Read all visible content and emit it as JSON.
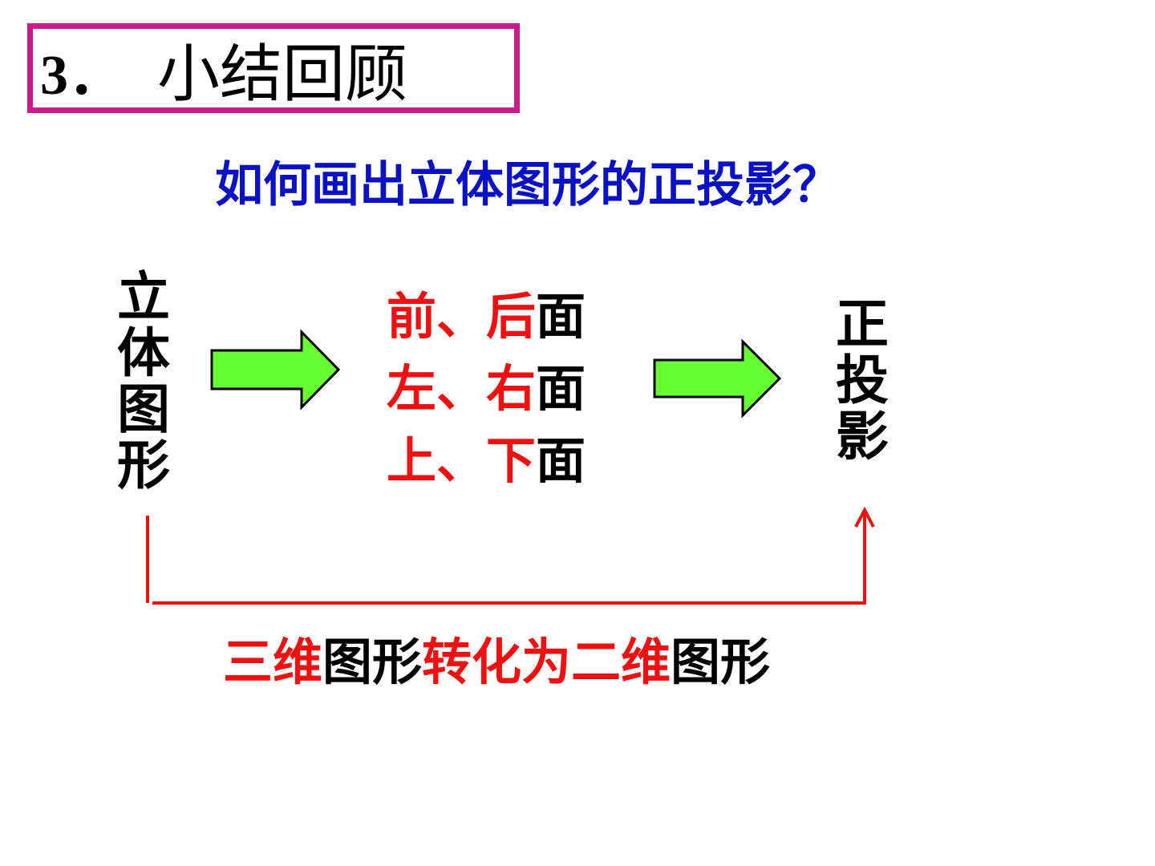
{
  "title": {
    "number": "3．",
    "text": "小结回顾"
  },
  "question": "如何画出立体图形的正投影？",
  "left_label": [
    "立",
    "体",
    "图",
    "形"
  ],
  "right_label": [
    "正",
    "投",
    "影"
  ],
  "faces": [
    {
      "first": "前",
      "sep": "、",
      "second": "后",
      "suffix": "面"
    },
    {
      "first": "左",
      "sep": "、",
      "second": "右",
      "suffix": "面"
    },
    {
      "first": "上",
      "sep": "、",
      "second": "下",
      "suffix": "面"
    }
  ],
  "caption": {
    "part1": "三维",
    "part2": "图形",
    "part3": "转化为二维",
    "part4": "图形"
  },
  "colors": {
    "title_border": "#cc1a8a",
    "question": "#0a12c4",
    "highlight": "#ee1111",
    "arrow_fill": "#66ff33"
  }
}
